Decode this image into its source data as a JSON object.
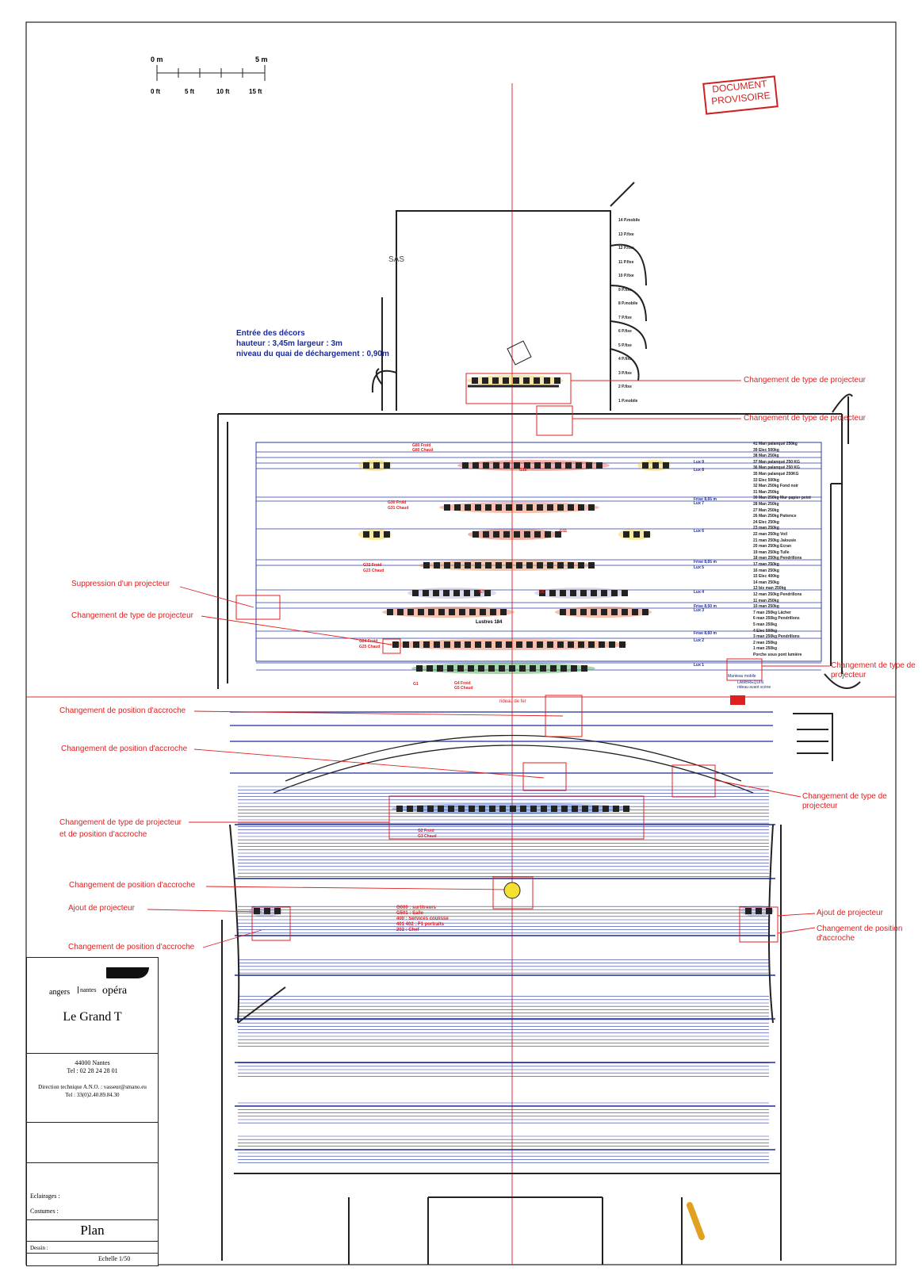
{
  "scale": {
    "m_labels": [
      "0 m",
      "5 m"
    ],
    "ft_labels": [
      "0 ft",
      "5 ft",
      "10 ft",
      "15 ft"
    ]
  },
  "stamp": {
    "line1": "DOCUMENT",
    "line2": "PROVISOIRE"
  },
  "labels": {
    "sas": "SAS",
    "entree_title": "Entrée des décors",
    "entree_dims": "hauteur : 3,45m  largeur : 3m",
    "entree_quai": "niveau du quai de déchargement :  0,90m",
    "rideau": "rideau de fer",
    "lustres": "Lustres 184",
    "lambrequin": "LAMBREQUIN",
    "rideau_avant": "rideau avant scène",
    "manteau": "Manteau mobile"
  },
  "annotations": [
    "Changement de type de projecteur",
    "Changement de type de projecteur",
    "Suppression d'un projecteur",
    "Changement de type de projecteur",
    "Changement de type de projecteur",
    "Changement de position d'accroche",
    "Changement de position d'accroche",
    "Changement de type de projecteur",
    "Changement de type de projecteur\net de position d'accroche",
    "Changement de position d'accroche",
    "Ajout de projecteur",
    "Changement de position d'accroche",
    "Ajout de projecteur",
    "Changement de position d'accroche"
  ],
  "porte_list": [
    "14 P.mobile",
    "13 P.fixe",
    "12 P.fixe",
    "11 P.fixe",
    "10 P.fixe",
    "9 P.fixe",
    "8 P.mobile",
    "7 P.fixe",
    "6 P.fixe",
    "5 P.fixe",
    "4 P.fixe",
    "3 P.fixe",
    "2 P.fixe",
    "1 P.mobile"
  ],
  "cintres": [
    "41 Man palanqué 250kg",
    "39 Elec 500kg",
    "38 Man 250kg",
    "37 Man palanqué 250 KG",
    "36 Man palanqué 250 KG",
    "35 Man palanqué 250KG",
    "33 Elec 500kg",
    "32 Man 250kg Fond noir",
    "31 Man 250kg",
    "30 Man 250kg Mur papier peint",
    "28 Man 250kg",
    "27 Man 250kg",
    "26 Man 250kg Patience",
    "24 Elec 250kg",
    "23 man 250kg",
    "22 man 250kg Voil",
    "21 man 250kg Jalousie",
    "20 man 250kg Ecran",
    "19 man 250kg Tulle",
    "18 man 250kg Pendrillons",
    "17 man 250kg",
    "16 man 250kg",
    "15 Elec 400kg",
    "14 man 250kg",
    "13 bis man 250kg",
    "12 man 250kg Pendrillons",
    "11 man 250kg",
    "10 man 250kg",
    "7 man 250kg Lâcher",
    "6 man 250kg Pendrillons",
    "5 man 250kg",
    "4 Elec 500kg",
    "3 man 250kg Pendrillons",
    "2 man 250kg",
    "1 man 250kg",
    "Porche sous pont lumière"
  ],
  "lux": [
    "Lux 9",
    "Lux 8",
    "Frise 8,65 m",
    "Lux 7",
    "Lux 6",
    "Frise 8,65 m",
    "Lux 5",
    "Lux 4",
    "Frise 8,50 m",
    "Lux 3",
    "Frise 8,60 m",
    "Lux 2",
    "Lux 1"
  ],
  "gels": [
    "G80 Froid",
    "G80 Chaud",
    "G30 Froid",
    "G31 Chaud",
    "G32 Froid",
    "G23 Chaud",
    "G24 Froid",
    "G25 Chaud",
    "G4 Froid",
    "G5 Chaud",
    "G1",
    "G2 Froid",
    "G3 Chaud",
    "G7",
    "G6",
    "G16",
    "G11"
  ],
  "salle_legend": [
    "G000 : surtitreurs",
    "G501 : Salle",
    "400 : Services coulisse",
    "401 402 : F1 portraits",
    "202 : Chef"
  ],
  "title_block": {
    "logo_a": "angers",
    "logo_b": "nantes",
    "logo_c": "opéra",
    "venue": "Le Grand T",
    "city": "44000 Nantes",
    "tel": "Tel : 02 28 24 28 01",
    "direction": "Direction technique A.N.O. : vasseur@smano.eu",
    "direction_tel": "Tel : 33(0)2.40.89.84.30",
    "eclairages": "Eclairages :",
    "costumes": "Costumes :",
    "plan": "Plan",
    "dessin": "Dessin :",
    "echelle": "Echelle 1/50"
  },
  "colors": {
    "red": "#e02020",
    "blue": "#1a2a9a",
    "hatch": "#2a3aa0",
    "dark": "#222222"
  }
}
